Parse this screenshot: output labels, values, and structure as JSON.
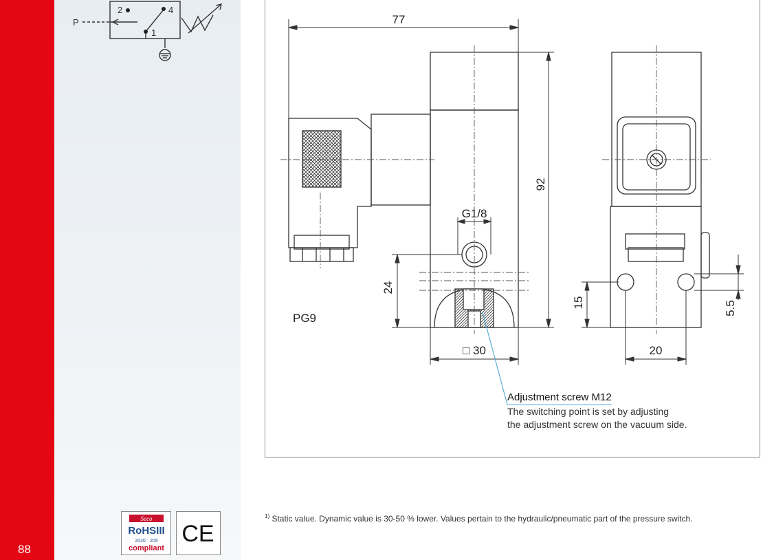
{
  "page": {
    "number": "88"
  },
  "symbol": {
    "port_p": "P",
    "port_1": "1",
    "port_2": "2",
    "port_4": "4"
  },
  "badges": {
    "rohs_brand": "Seco",
    "rohs_title": "RoHSIII",
    "rohs_years": "2020 · 205",
    "rohs_compliant": "compliant",
    "ce_mark": "CE"
  },
  "drawing": {
    "dim_width": "77",
    "dim_height": "92",
    "dim_port": "G1/8",
    "dim_port_height": "24",
    "dim_square": "□ 30",
    "dim_hole_height": "15",
    "dim_hole_spacing": "20",
    "dim_hole_dia": "5.5",
    "connector_label": "PG9"
  },
  "callout": {
    "title": "Adjustment screw M12",
    "line1": "The switching point is set by adjusting",
    "line2": "the adjustment screw on the vacuum side."
  },
  "footnote": {
    "marker": "1)",
    "text": " Static value. Dynamic value is 30-50 % lower. Values pertain to the hydraulic/pneumatic part of the pressure switch."
  }
}
